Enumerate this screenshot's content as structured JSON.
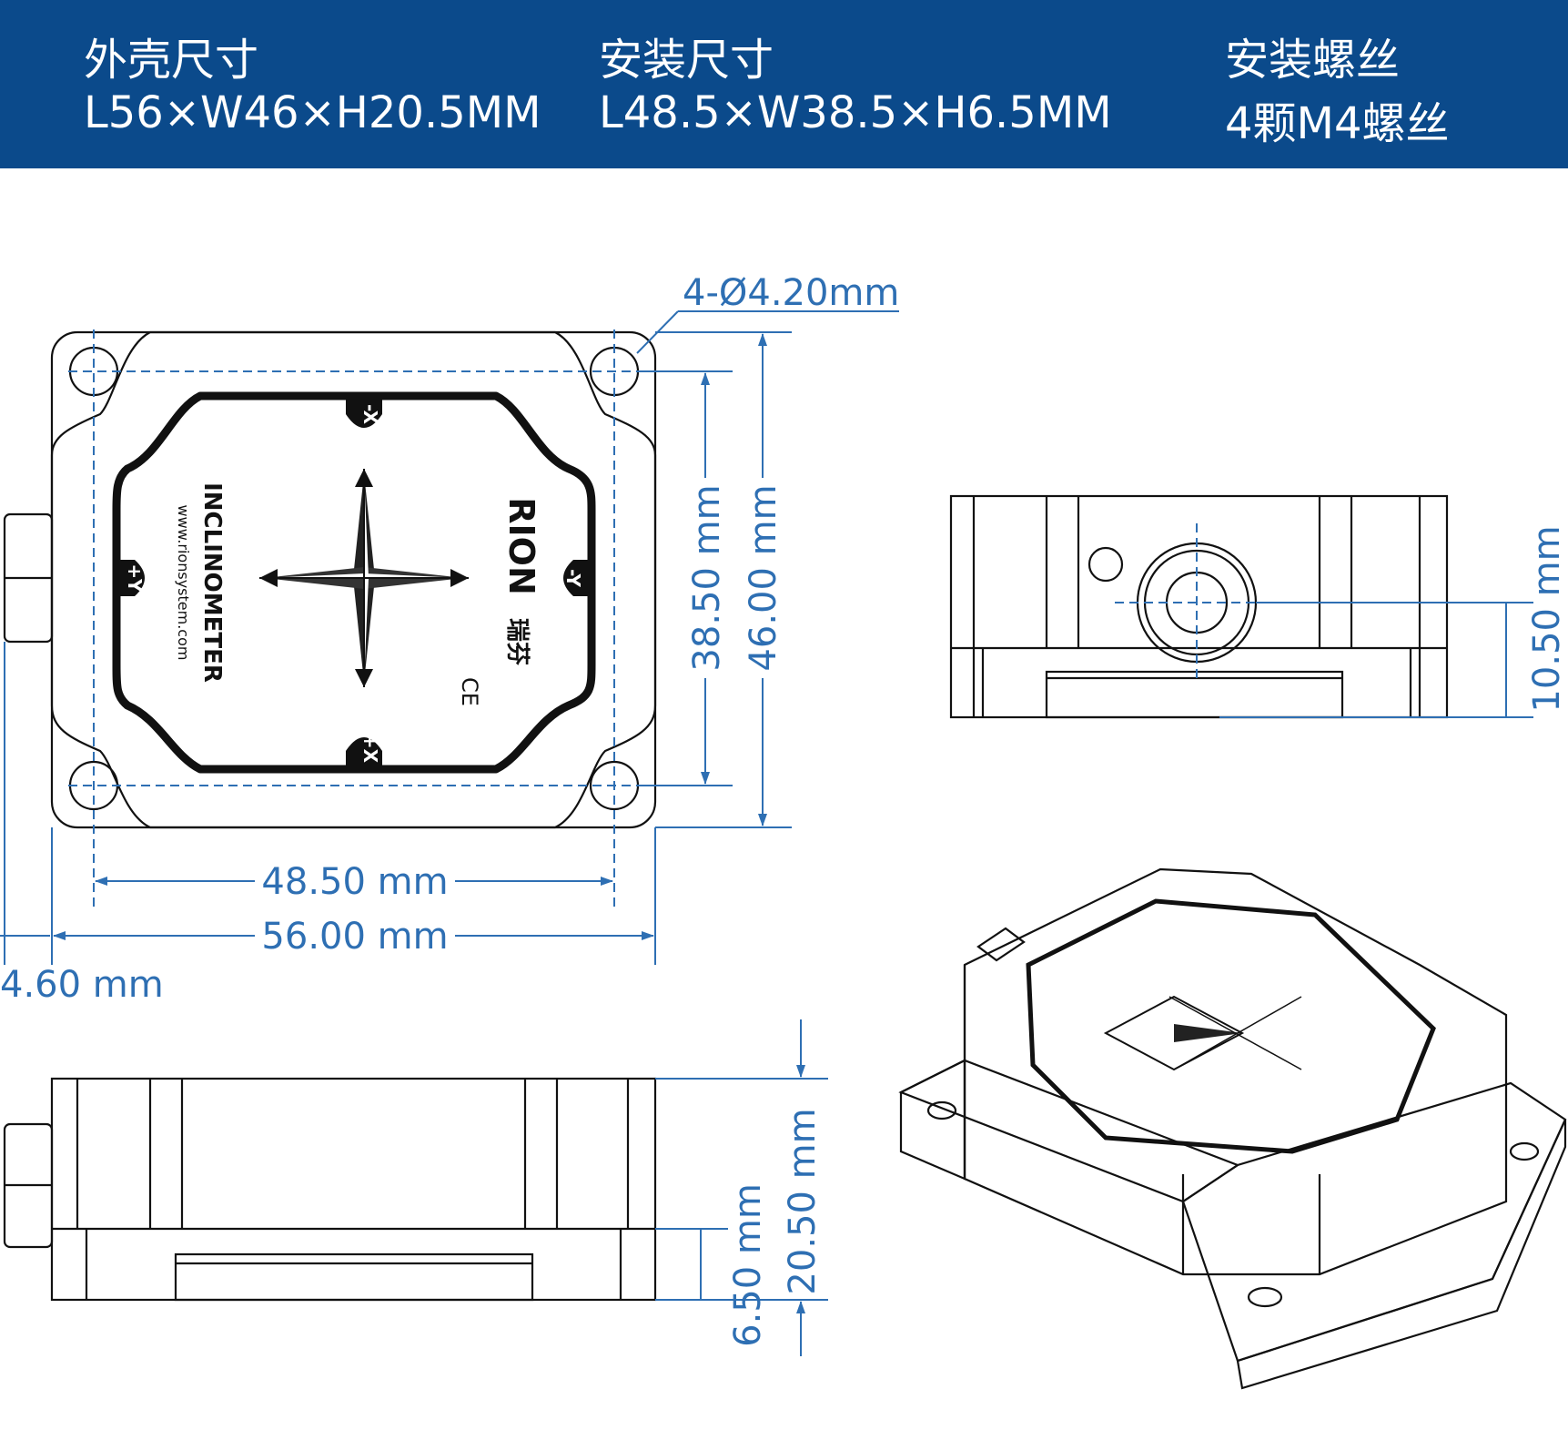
{
  "header": {
    "columns": [
      {
        "title": "外壳尺寸",
        "value": "L56×W46×H20.5MM"
      },
      {
        "title": "安装尺寸",
        "value": "L48.5×W38.5×H6.5MM"
      },
      {
        "title": "安装螺丝",
        "value": "4颗M4螺丝"
      }
    ]
  },
  "dimensions": {
    "hole": "4-Ø4.20mm",
    "mount_width": "48.50 mm",
    "outer_width": "56.00 mm",
    "connector": "4.60 mm",
    "mount_height": "38.50 mm",
    "outer_height": "46.00 mm",
    "side_height": "10.50 mm",
    "front_mount": "6.50 mm",
    "front_total": "20.50 mm"
  },
  "labels": {
    "product": "INCLINOMETER",
    "website": "www.rionsystem.com",
    "brand": "RION",
    "brand_cn": "瑞芬",
    "mark": "CE",
    "axis_neg_x": "-X",
    "axis_pos_x": "+X",
    "axis_neg_y": "-Y",
    "axis_pos_y": "+Y"
  },
  "colors": {
    "header_bg": "#0b4a8b",
    "dimension": "#2e6fb3",
    "line": "#111111"
  }
}
